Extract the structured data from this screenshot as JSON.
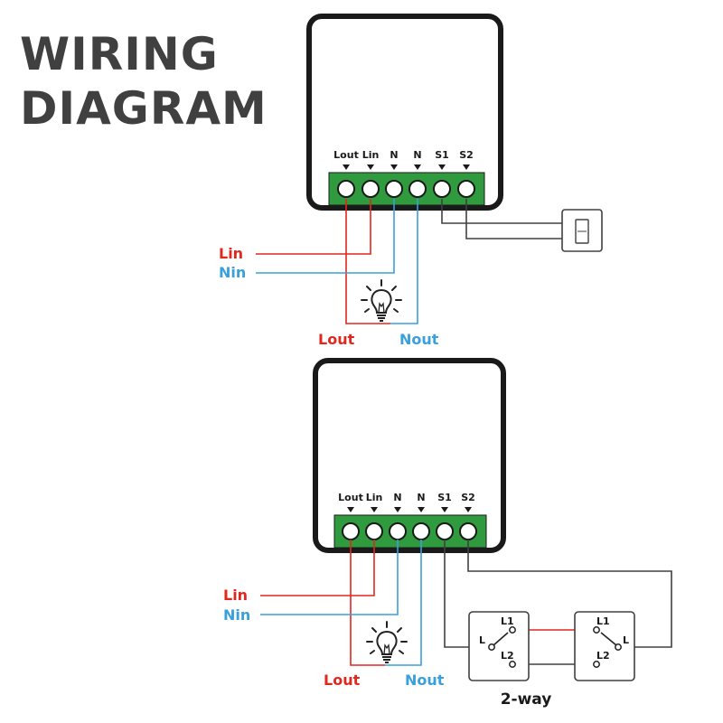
{
  "title": {
    "line1": "WIRING",
    "line2": "DIAGRAM"
  },
  "colors": {
    "live": "#e0281f",
    "neutral": "#3aa0dc",
    "switch_wire": "#404040",
    "terminal_block": "#2f9a3e",
    "module_border": "#1a1a1a",
    "title": "#404040"
  },
  "terminals": [
    "Lout",
    "Lin",
    "N",
    "N",
    "S1",
    "S2"
  ],
  "diagram1": {
    "labels": {
      "lin": "Lin",
      "nin": "Nin",
      "lout": "Lout",
      "nout": "Nout"
    },
    "switch_icon": "rocker-switch-icon"
  },
  "diagram2": {
    "labels": {
      "lin": "Lin",
      "nin": "Nin",
      "lout": "Lout",
      "nout": "Nout"
    },
    "switch1": {
      "l1": "L1",
      "l": "L",
      "l2": "L2"
    },
    "switch2": {
      "l1": "L1",
      "l": "L",
      "l2": "L2"
    },
    "caption": "2-way"
  }
}
